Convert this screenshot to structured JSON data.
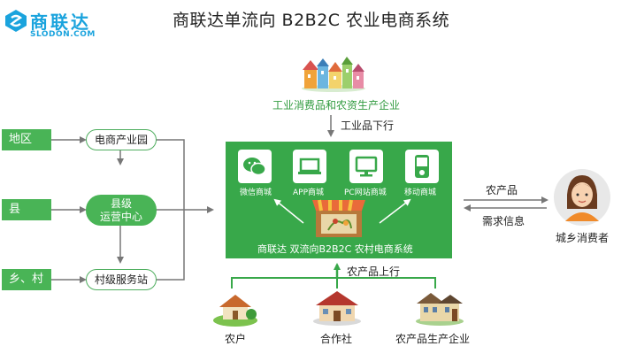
{
  "logo": {
    "cn": "商联达",
    "en": "SLODON.COM"
  },
  "title": "商联达单流向 B2B2C 农业电商系统",
  "left_column": {
    "levels": [
      "地区",
      "县",
      "乡、村"
    ],
    "nodes": {
      "park": "电商产业园",
      "county_center": [
        "县级",
        "运营中心"
      ],
      "village_station": "村级服务站"
    }
  },
  "top_source": {
    "label": "工业消费品和农资生产企业",
    "flow": "工业品下行"
  },
  "platform": {
    "channels": [
      "微信商城",
      "APP商城",
      "PC网站商城",
      "移动商城"
    ],
    "caption": "商联达 双流向B2B2C 农村电商系统"
  },
  "right_side": {
    "arrow_out": "农产品",
    "arrow_in": "需求信息",
    "consumer": "城乡消费者"
  },
  "bottom": {
    "flow": "农产品上行",
    "producers": [
      "农户",
      "合作社",
      "农产品生产企业"
    ]
  },
  "colors": {
    "brand_blue": "#1aa3dd",
    "green": "#49b456",
    "platform_green": "#38a84a",
    "arrow_gray": "#777777"
  }
}
